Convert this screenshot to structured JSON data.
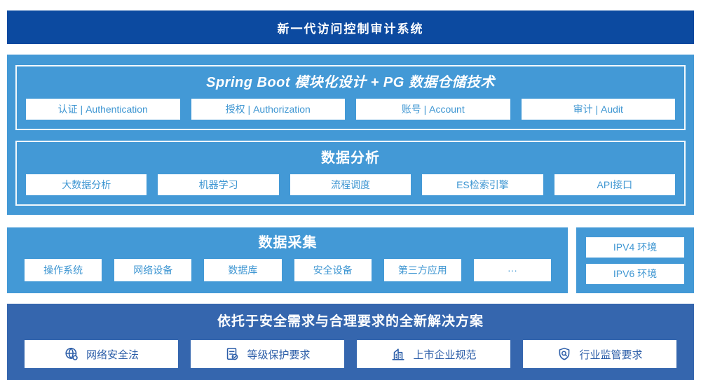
{
  "colors": {
    "dark_blue": "#0c4aa0",
    "light_blue": "#4399d6",
    "medium_blue": "#3566ae",
    "chip_text_light": "#3e96d2",
    "chip_text_dark": "#2b5da8",
    "chip_bg": "#ffffff"
  },
  "banner": {
    "title": "新一代访问控制审计系统"
  },
  "platform": {
    "spring_boot": {
      "title": "Spring Boot 模块化设计 + PG 数据仓储技术",
      "modules": [
        "认证 | Authentication",
        "授权 | Authorization",
        "账号 | Account",
        "审计 | Audit"
      ]
    },
    "data_analysis": {
      "title": "数据分析",
      "modules": [
        "大数据分析",
        "机器学习",
        "流程调度",
        "ES检索引擎",
        "API接口"
      ]
    }
  },
  "data_collection": {
    "title": "数据采集",
    "sources": [
      "操作系统",
      "网络设备",
      "数据库",
      "安全设备",
      "第三方应用",
      "···"
    ]
  },
  "environments": {
    "items": [
      "IPV4 环境",
      "IPV6 环境"
    ]
  },
  "solution": {
    "title": "依托于安全需求与合理要求的全新解决方案",
    "items": [
      {
        "icon": "globe-icon",
        "label": "网络安全法"
      },
      {
        "icon": "document-check-icon",
        "label": "等级保护要求"
      },
      {
        "icon": "building-icon",
        "label": "上市企业规范"
      },
      {
        "icon": "shield-search-icon",
        "label": "行业监管要求"
      }
    ]
  }
}
